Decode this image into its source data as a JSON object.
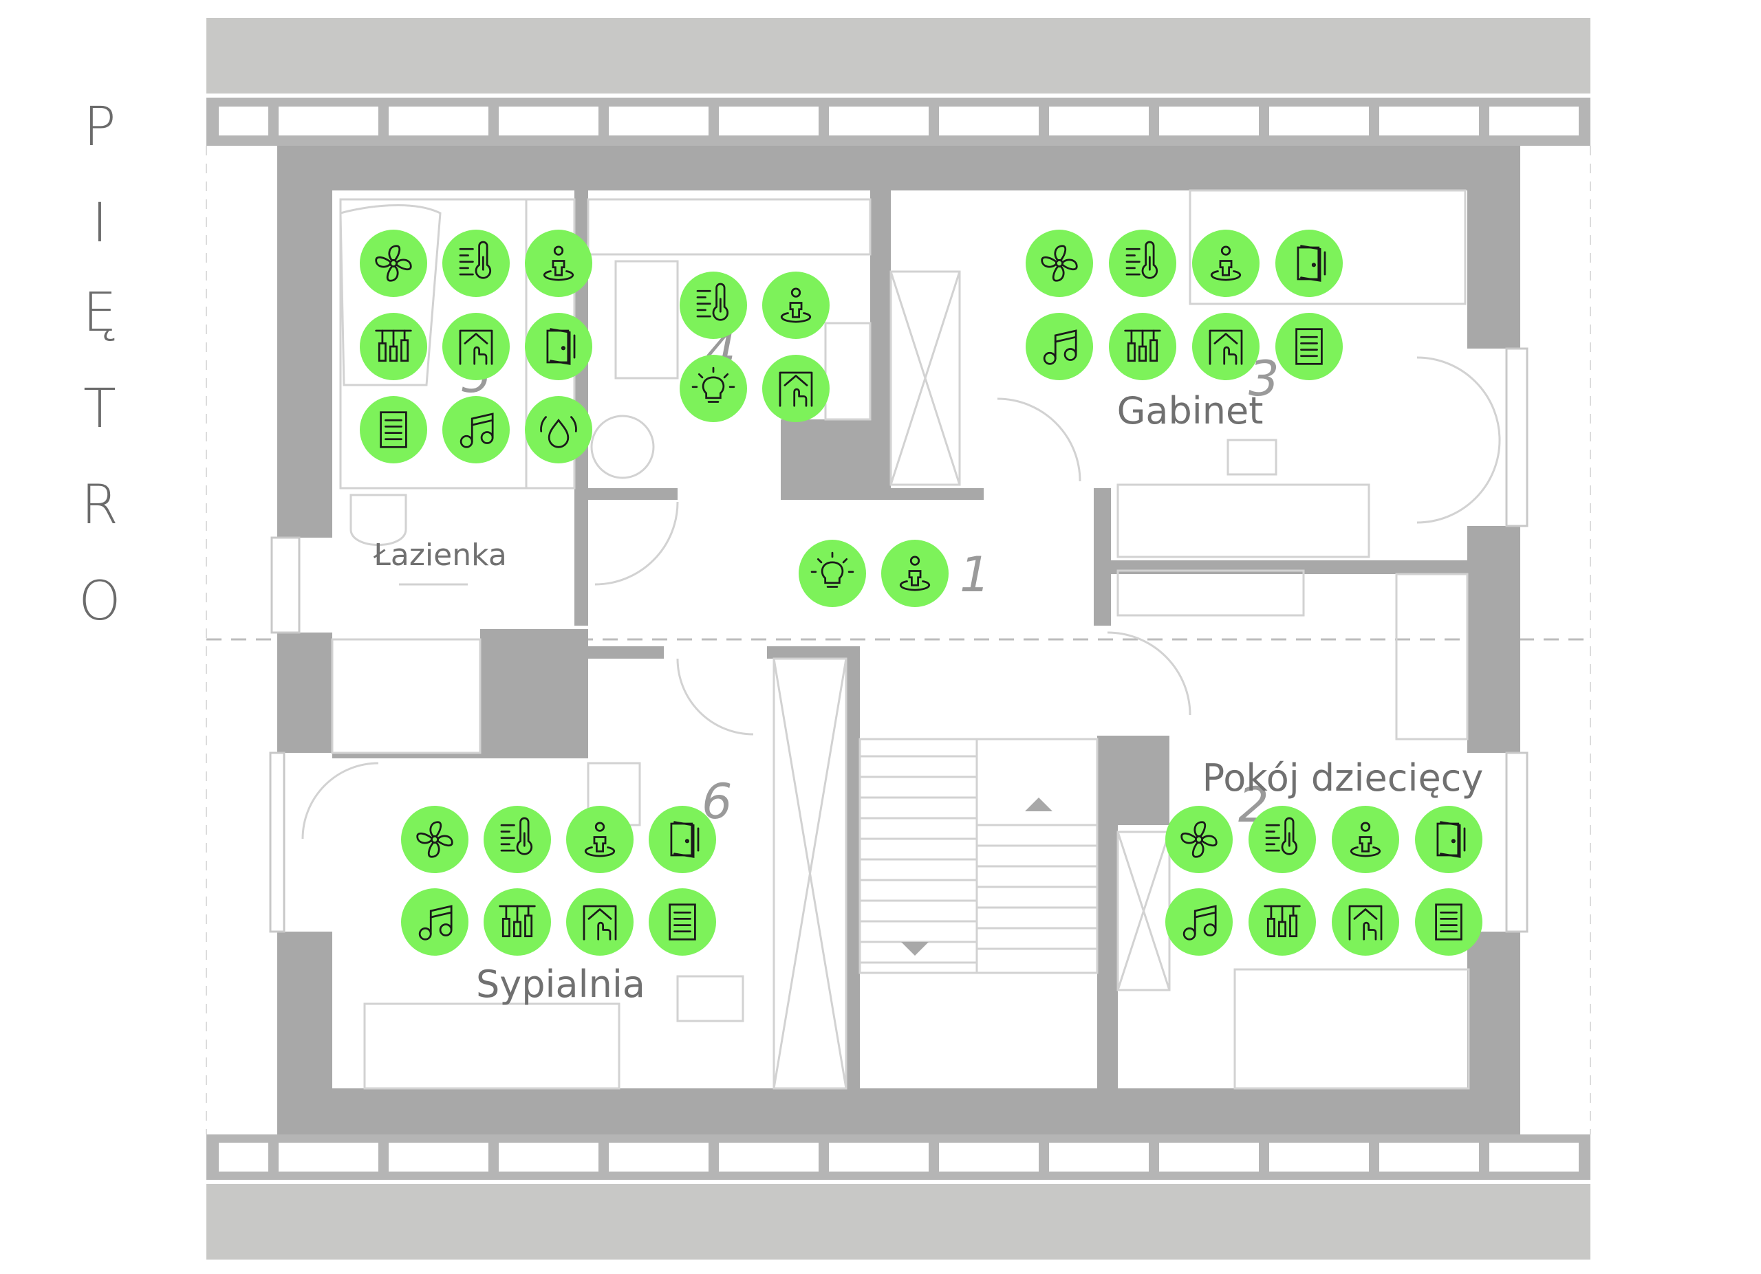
{
  "floor_label": [
    "P",
    "I",
    "Ę",
    "T",
    "R",
    "O"
  ],
  "colors": {
    "wall": "#a8a8a8",
    "roof": "#c8c8c6",
    "icon_bg": "#7df25a",
    "icon_stroke": "#1a1a1a",
    "label": "#707070"
  },
  "rooms": [
    {
      "id": "lazienka",
      "name": "Łazienka",
      "number": "5",
      "icons": [
        "fan-icon",
        "thermostat-icon",
        "presence-icon",
        "blinds-icon",
        "smart-home-icon",
        "door-sensor-icon",
        "scenario-list-icon",
        "music-icon",
        "water-leak-icon"
      ]
    },
    {
      "id": "pralnia",
      "name": "",
      "number": "4",
      "icons": [
        "thermostat-icon",
        "presence-icon",
        "light-icon",
        "smart-home-icon"
      ]
    },
    {
      "id": "gabinet",
      "name": "Gabinet",
      "number": "3",
      "icons": [
        "fan-icon",
        "thermostat-icon",
        "presence-icon",
        "door-sensor-icon",
        "music-icon",
        "blinds-icon",
        "smart-home-icon",
        "scenario-list-icon"
      ]
    },
    {
      "id": "korytarz",
      "name": "",
      "number": "1",
      "icons": [
        "light-icon",
        "presence-icon"
      ]
    },
    {
      "id": "sypialnia",
      "name": "Sypialnia",
      "number": "6",
      "icons": [
        "fan-icon",
        "thermostat-icon",
        "presence-icon",
        "door-sensor-icon",
        "music-icon",
        "blinds-icon",
        "smart-home-icon",
        "scenario-list-icon"
      ]
    },
    {
      "id": "pokoj-dzieciecy",
      "name": "Pokój dziecięcy",
      "number": "2",
      "icons": [
        "fan-icon",
        "thermostat-icon",
        "presence-icon",
        "door-sensor-icon",
        "music-icon",
        "blinds-icon",
        "smart-home-icon",
        "scenario-list-icon"
      ]
    }
  ]
}
